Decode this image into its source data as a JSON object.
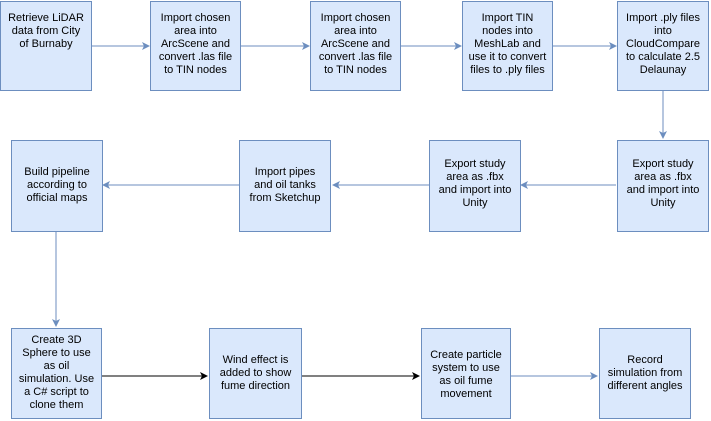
{
  "colors": {
    "box_fill": "#dae8fc",
    "box_border": "#6c8ebf",
    "arrow_blue": "#6c8ebf",
    "arrow_black": "#000000"
  },
  "steps": [
    {
      "id": "retrieve-lidar",
      "text": "Retrieve LiDAR\ndata from City\nof Burnaby"
    },
    {
      "id": "import-arcscene-1",
      "text": "Import chosen\narea into\nArcScene and\nconvert .las file\nto TIN nodes"
    },
    {
      "id": "import-arcscene-2",
      "text": "Import chosen\narea into\nArcScene and\nconvert .las file\nto TIN nodes"
    },
    {
      "id": "import-meshlab",
      "text": "Import TIN\nnodes into\nMeshLab and\nuse it to convert\nfiles to .ply files"
    },
    {
      "id": "import-cloudcompare",
      "text": "Import .ply files\ninto\nCloudCompare\nto calculate 2.5\nDelaunay"
    },
    {
      "id": "export-unity-1",
      "text": "Export study\narea as .fbx\nand import into\nUnity"
    },
    {
      "id": "export-unity-2",
      "text": "Export study\narea as .fbx\nand import into\nUnity"
    },
    {
      "id": "import-pipes",
      "text": "Import pipes\nand oil tanks\nfrom Sketchup"
    },
    {
      "id": "build-pipeline",
      "text": "Build pipeline\naccording to\nofficial maps"
    },
    {
      "id": "create-sphere",
      "text": "Create 3D\nSphere to use\nas oil\nsimulation. Use\na C# script to\nclone them"
    },
    {
      "id": "wind-effect",
      "text": "Wind effect is\nadded to show\nfume direction"
    },
    {
      "id": "particle-system",
      "text": "Create particle\nsystem to use\nas oil fume\nmovement"
    },
    {
      "id": "record-simulation",
      "text": "Record\nsimulation from\ndifferent angles"
    }
  ]
}
